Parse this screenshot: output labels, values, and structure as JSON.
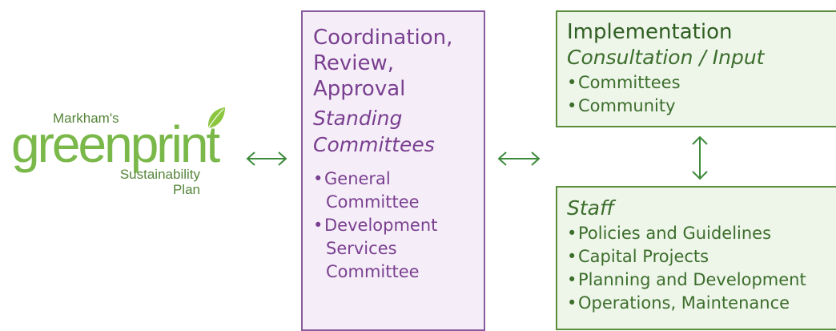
{
  "logo": {
    "prefix": "Markham's",
    "wordmark": "greenprint",
    "subtitle_line1": "Sustainability",
    "subtitle_line2": "Plan"
  },
  "purple_box": {
    "title_lines": [
      "Coordination,",
      "Review,",
      "Approval"
    ],
    "subtitle_lines": [
      "Standing",
      "Committees"
    ],
    "items": [
      [
        "General",
        "Committee"
      ],
      [
        "Development",
        "Services",
        "Committee"
      ]
    ]
  },
  "implementation_box": {
    "title": "Implementation",
    "subtitle": "Consultation / Input",
    "items": [
      "Committees",
      "Community"
    ]
  },
  "staff_box": {
    "subtitle": "Staff",
    "items": [
      "Policies and Guidelines",
      "Capital Projects",
      "Planning and Development",
      "Operations, Maintenance"
    ]
  },
  "colors": {
    "purple": "#7a3f90",
    "purple_border": "#8a5a9e",
    "green": "#3c6e2c",
    "green_border": "#5a8e3c",
    "logo_green": "#7ab84a"
  }
}
